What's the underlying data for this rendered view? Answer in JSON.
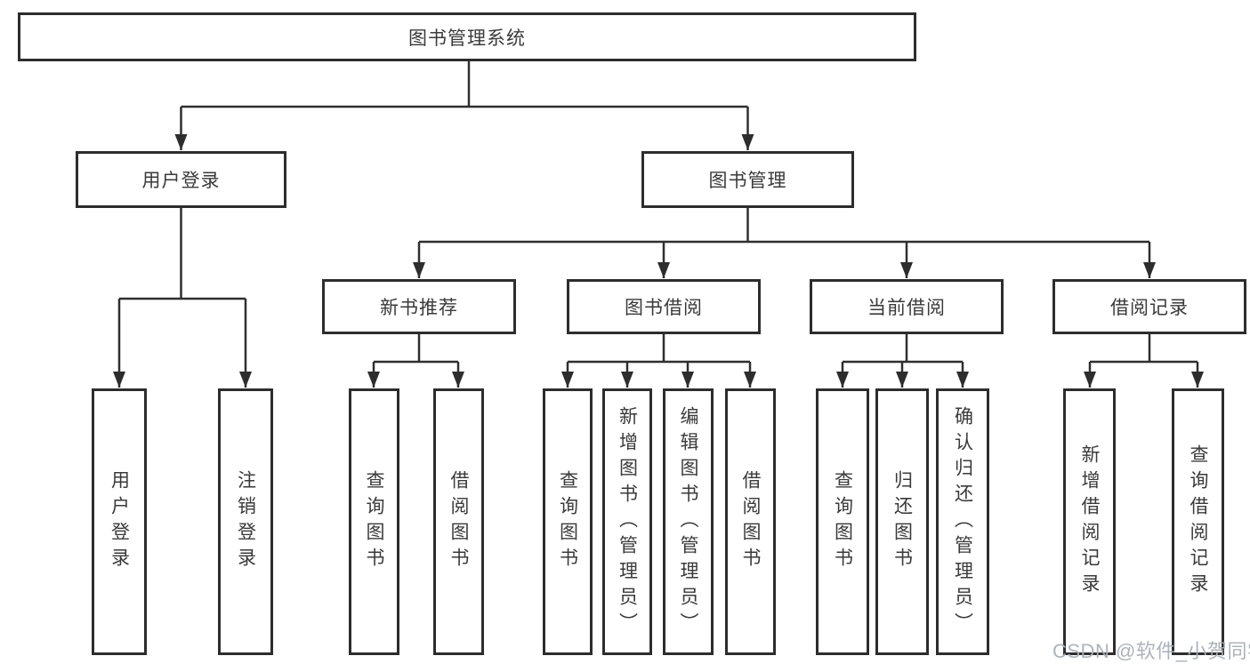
{
  "diagram_title": "图书管理系统",
  "nodes": {
    "root": {
      "label": "图书管理系统"
    },
    "level2": [
      {
        "label": "用户登录"
      },
      {
        "label": "图书管理"
      }
    ],
    "level3": [
      {
        "label": "新书推荐",
        "parent": "图书管理"
      },
      {
        "label": "图书借阅",
        "parent": "图书管理"
      },
      {
        "label": "当前借阅",
        "parent": "图书管理"
      },
      {
        "label": "借阅记录",
        "parent": "图书管理"
      }
    ],
    "leaves": [
      {
        "label": "用户登录",
        "parent": "用户登录"
      },
      {
        "label": "注销登录",
        "parent": "用户登录"
      },
      {
        "label": "查询图书",
        "parent": "新书推荐"
      },
      {
        "label": "借阅图书",
        "parent": "新书推荐"
      },
      {
        "label": "查询图书",
        "parent": "图书借阅"
      },
      {
        "label": "新增图书（管理员）",
        "parent": "图书借阅"
      },
      {
        "label": "编辑图书（管理员）",
        "parent": "图书借阅"
      },
      {
        "label": "借阅图书",
        "parent": "图书借阅"
      },
      {
        "label": "查询图书",
        "parent": "当前借阅"
      },
      {
        "label": "归还图书",
        "parent": "当前借阅"
      },
      {
        "label": "确认归还（管理员）",
        "parent": "当前借阅"
      },
      {
        "label": "新增借阅记录",
        "parent": "借阅记录"
      },
      {
        "label": "查询借阅记录",
        "parent": "借阅记录"
      }
    ]
  },
  "watermark": {
    "text": "CSDN @软件_小贺同学"
  },
  "colors": {
    "line": "#2f2f2f",
    "box_border": "#2d2d2d",
    "box_background": "#ffffff",
    "text": "#3a3a3a",
    "watermark": "#aaafb6",
    "background": "#ffffff"
  }
}
